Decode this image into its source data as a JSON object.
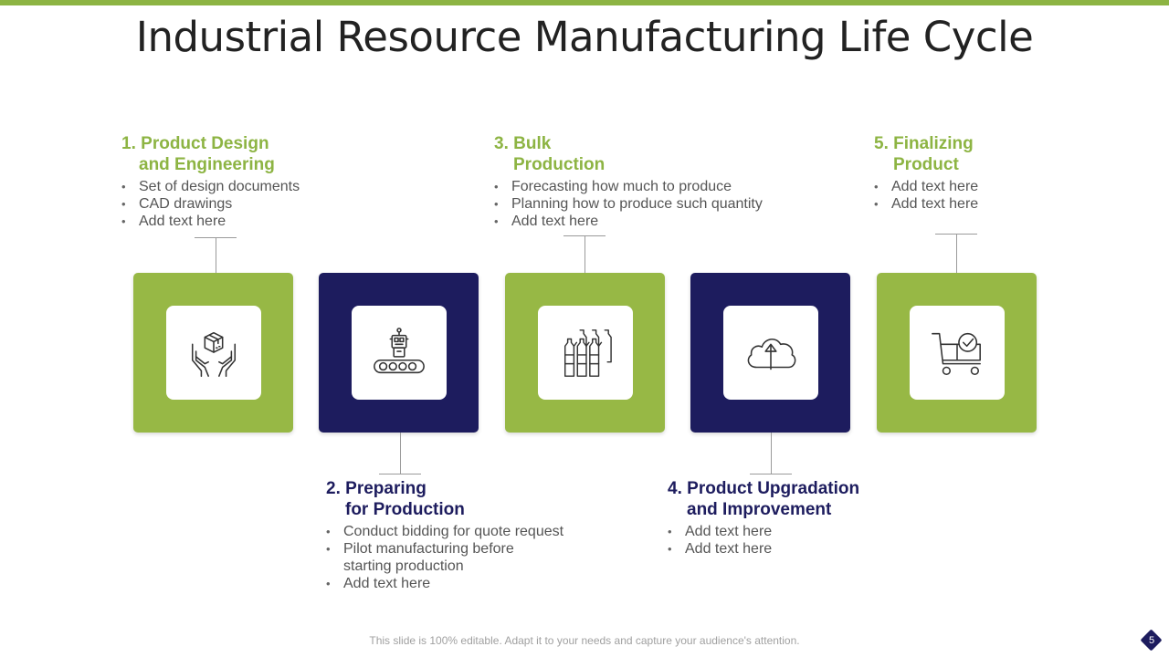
{
  "title": "Industrial Resource Manufacturing Life Cycle",
  "colors": {
    "green": "#97b845",
    "navy": "#1d1c5e",
    "accent_bar": "#8db443"
  },
  "stages": [
    {
      "number": "1.",
      "title_line1": "Product Design",
      "title_line2": "and Engineering",
      "icon": "hands-box-icon",
      "bullets": [
        "Set of design documents",
        "CAD drawings",
        "Add text here"
      ]
    },
    {
      "number": "2.",
      "title_line1": "Preparing",
      "title_line2": "for Production",
      "icon": "robot-conveyor-icon",
      "bullets": [
        "Conduct bidding for quote request",
        "Pilot manufacturing  before",
        "starting production",
        "Add text here"
      ]
    },
    {
      "number": "3.",
      "title_line1": "Bulk",
      "title_line2": "Production",
      "icon": "bottles-icon",
      "bullets": [
        "Forecasting how much to produce",
        "Planning how to produce such quantity",
        "Add text here"
      ]
    },
    {
      "number": "4.",
      "title_line1": "Product Upgradation",
      "title_line2": "and Improvement",
      "icon": "cloud-upload-icon",
      "bullets": [
        "Add text here",
        "Add text here"
      ]
    },
    {
      "number": "5.",
      "title_line1": "Finalizing",
      "title_line2": "Product",
      "icon": "cart-check-icon",
      "bullets": [
        "Add text here",
        "Add text here"
      ]
    }
  ],
  "footer": "This slide is 100% editable. Adapt it to your needs and capture your audience's attention.",
  "page_number": "5"
}
